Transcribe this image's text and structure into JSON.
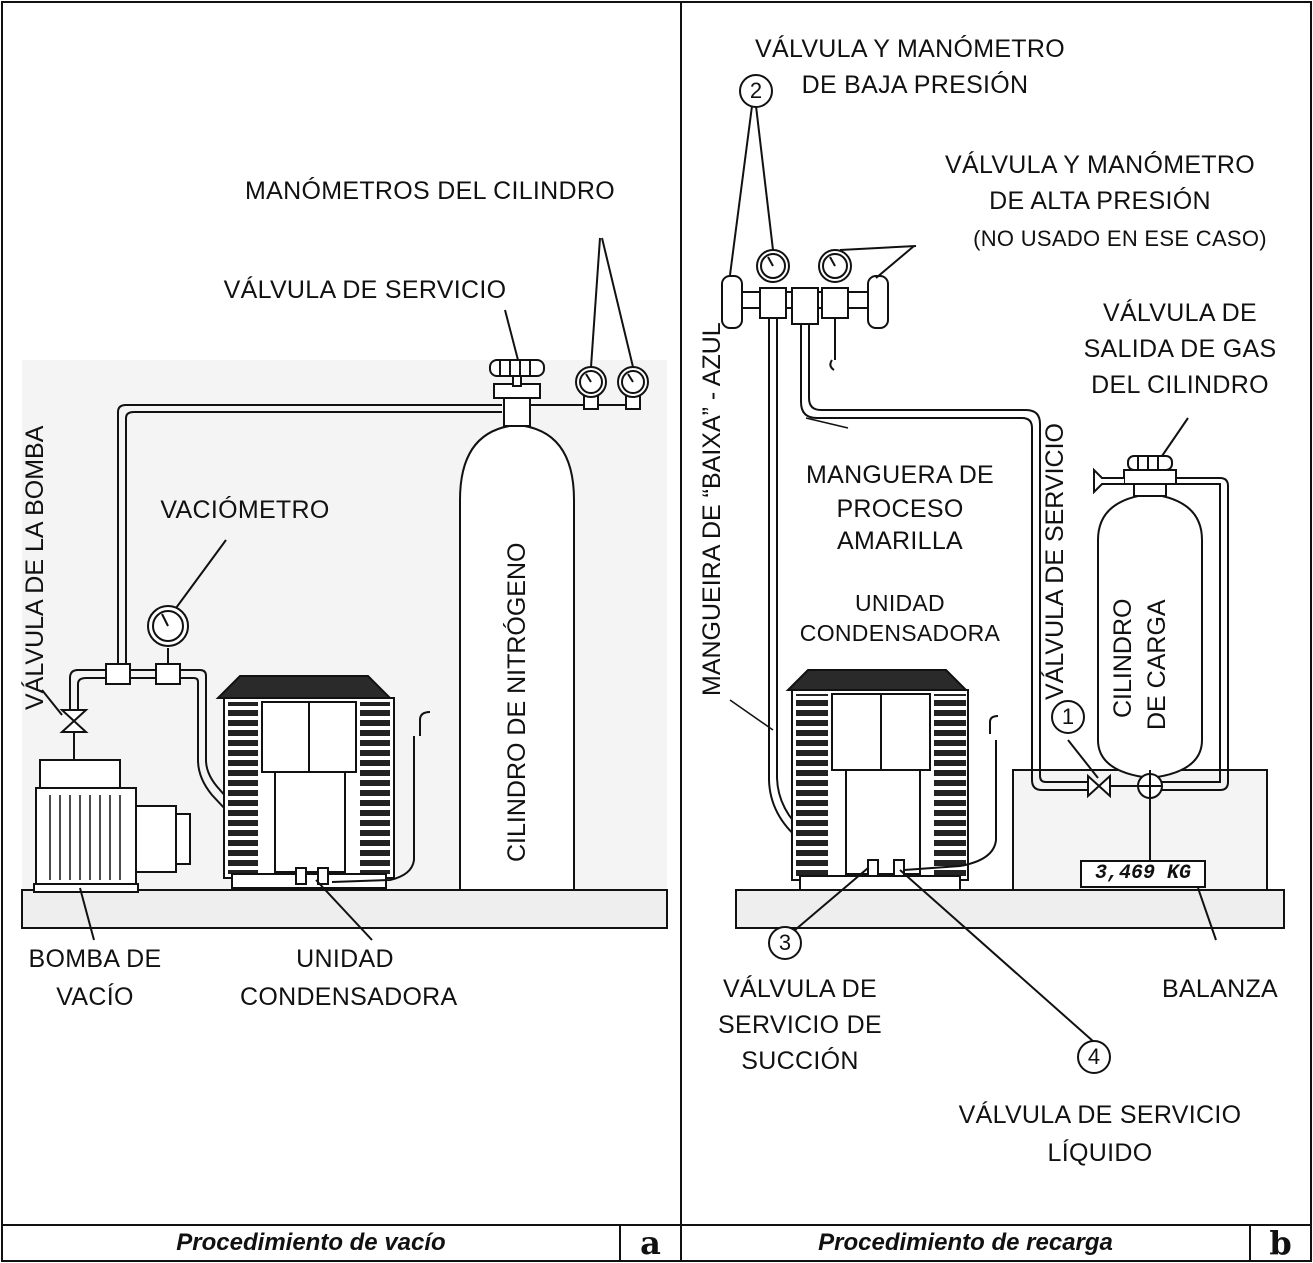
{
  "panel_a": {
    "labels": {
      "manometros_cilindro": "MANÓMETROS DEL CILINDRO",
      "valvula_servicio": "VÁLVULA DE SERVICIO",
      "valvula_bomba": "VÁLVULA DE LA BOMBA",
      "vaciometro": "VACIÓMETRO",
      "cilindro_nitrogeno": "CILINDRO DE NITRÓGENO",
      "bomba_vacio_1": "BOMBA DE",
      "bomba_vacio_2": "VACÍO",
      "unidad_1": "UNIDAD",
      "unidad_2": "CONDENSADORA"
    },
    "caption": "Procedimiento de vacío",
    "letter": "a"
  },
  "panel_b": {
    "labels": {
      "baja_1": "VÁLVULA Y MANÓMETRO",
      "baja_2": "DE BAJA PRESIÓN",
      "alta_1": "VÁLVULA Y MANÓMETRO",
      "alta_2": "DE ALTA PRESIÓN",
      "alta_3": "(NO USADO EN ESE CASO)",
      "salida_1": "VÁLVULA DE",
      "salida_2": "SALIDA DE GAS",
      "salida_3": "DEL CILINDRO",
      "manguera_baixa": "MANGUEIRA DE “BAIXA” - AZUL",
      "valvula_servicio_vert": "VÁLVULA DE SERVICIO",
      "proceso_1": "MANGUERA DE",
      "proceso_2": "PROCESO",
      "proceso_3": "AMARILLA",
      "unidad_1": "UNIDAD",
      "unidad_2": "CONDENSADORA",
      "cilindro_carga_1": "CILINDRO",
      "cilindro_carga_2": "DE CARGA",
      "succion_1": "VÁLVULA DE",
      "succion_2": "SERVICIO DE",
      "succion_3": "SUCCIÓN",
      "balanza": "BALANZA",
      "liquido_1": "VÁLVULA DE SERVICIO",
      "liquido_2": "LÍQUIDO"
    },
    "markers": [
      "1",
      "2",
      "3",
      "4"
    ],
    "scale_reading": "3,469 KG",
    "caption": "Procedimiento de recarga",
    "letter": "b"
  },
  "colors": {
    "line": "#111111",
    "ground": "#f2f2f2",
    "unit_top": "#2a2a2a"
  }
}
